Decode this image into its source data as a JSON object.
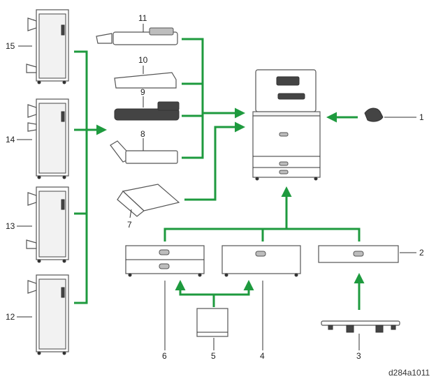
{
  "callouts": {
    "c1": "1",
    "c2": "2",
    "c3": "3",
    "c4": "4",
    "c5": "5",
    "c6": "6",
    "c7": "7",
    "c8": "8",
    "c9": "9",
    "c10": "10",
    "c11": "11",
    "c12": "12",
    "c13": "13",
    "c14": "14",
    "c15": "15"
  },
  "caption": "d284a1011",
  "colors": {
    "arrow": "#1e9a3e",
    "outline": "#555555",
    "background": "#ffffff"
  }
}
